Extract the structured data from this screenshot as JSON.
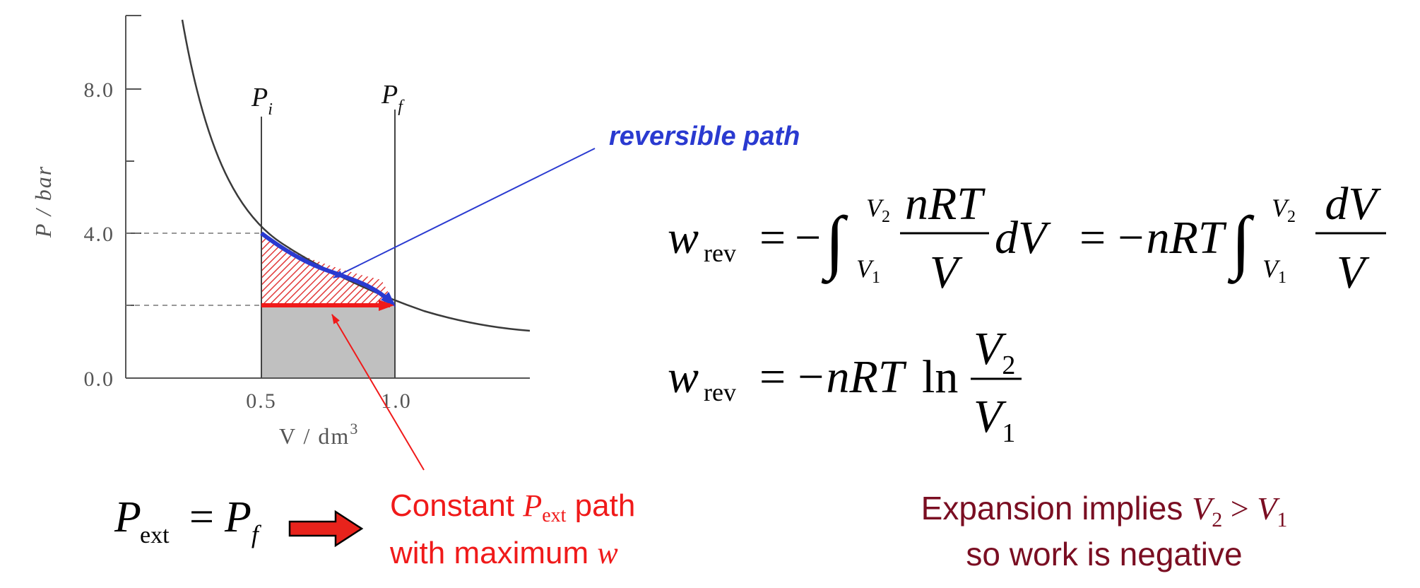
{
  "diagram": {
    "y_axis_label": "P / bar",
    "y_ticks": [
      "8.0",
      "4.0",
      "0.0"
    ],
    "x_ticks": [
      "0.5",
      "1.0"
    ],
    "x_axis_label": {
      "text": "V / dm",
      "superscript": "3"
    },
    "marker_pi": {
      "main": "P",
      "sub": "i"
    },
    "marker_pf": {
      "main": "P",
      "sub": "f"
    },
    "reversible_label": "reversible path",
    "reversible_color": "#2a3ad0",
    "constant_color": "#f01a1a",
    "gray_fill": "#c0c0c0",
    "curve_color": "#3a3a3a"
  },
  "equation1": {
    "w": "w",
    "rev_sub": "rev",
    "eq": "=",
    "minus": "−",
    "integral": "∫",
    "upper_main": "V",
    "upper_sub": "2",
    "lower_main": "V",
    "lower_sub": "1",
    "frac1_num": "nRT",
    "frac1_den": "V",
    "dV": "dV",
    "eq2": "=",
    "minus_nRT": "−nRT",
    "frac2_num": "dV",
    "frac2_den": "V"
  },
  "equation2": {
    "w": "w",
    "rev_sub": "rev",
    "eq": "=",
    "minus_nRT": "−nRT",
    "ln": "ln",
    "num_main": "V",
    "num_sub": "2",
    "den_main": "V",
    "den_sub": "1"
  },
  "pext_equation": {
    "P": "P",
    "ext_sub": "ext",
    "eq": "=",
    "Pf_main": "P",
    "Pf_sub": "f"
  },
  "constant_note": {
    "line1_pre": "Constant ",
    "line1_P": "P",
    "line1_sub": "ext",
    "line1_post": " path",
    "line2_pre": "with maximum ",
    "line2_w": "w",
    "color": "#f01a1a"
  },
  "expansion_note": {
    "line1_pre": "Expansion implies ",
    "V2_main": "V",
    "V2_sub": "2",
    "gt": " > ",
    "V1_main": "V",
    "V1_sub": "1",
    "line2": "so work is negative",
    "color": "#7a0e22"
  }
}
